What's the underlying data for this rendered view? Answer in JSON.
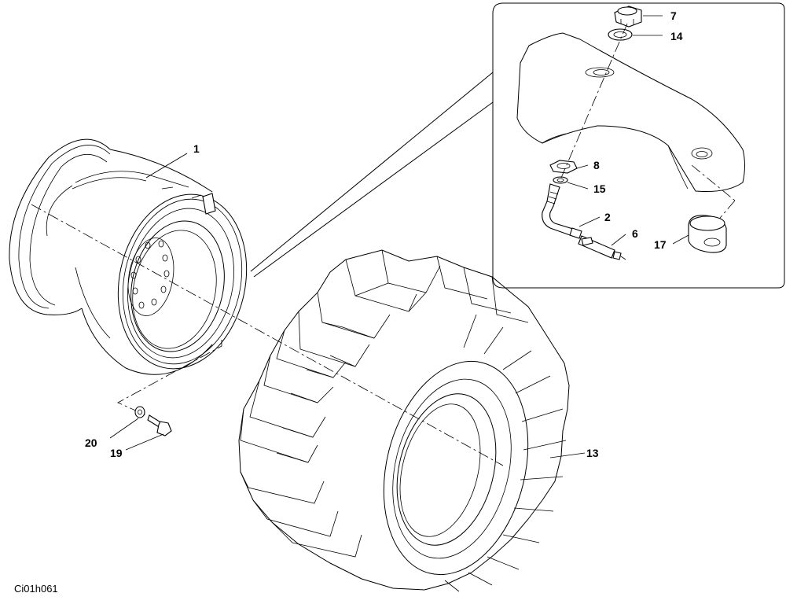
{
  "drawing_code": "Ci01h061",
  "callouts": {
    "c1": "1",
    "c2": "2",
    "c6": "6",
    "c7": "7",
    "c8": "8",
    "c13": "13",
    "c14": "14",
    "c15": "15",
    "c17": "17",
    "c19": "19",
    "c20": "20"
  },
  "colors": {
    "line": "#000000",
    "background": "#ffffff"
  }
}
